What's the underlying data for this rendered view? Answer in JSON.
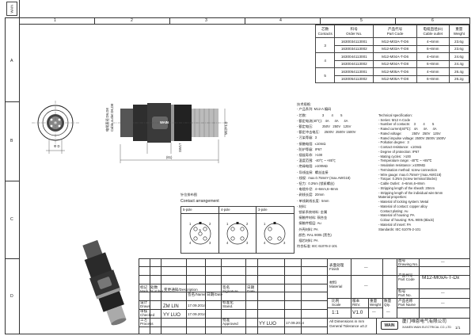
{
  "frame": {
    "col_labels": [
      "1",
      "2",
      "3",
      "4",
      "5",
      "6"
    ],
    "row_labels": [
      "A",
      "B",
      "C",
      "D"
    ],
    "corner_stamp": "WAIN"
  },
  "order_table": {
    "headers": [
      {
        "cn": "芯数",
        "en": "Contacts"
      },
      {
        "cn": "料号",
        "en": "Order No."
      },
      {
        "cn": "产品代号",
        "en": "Part Code"
      },
      {
        "cn": "电缆直径(D)",
        "en": "Cable outlet"
      },
      {
        "cn": "重量",
        "en": "Weight"
      }
    ],
    "rows": [
      {
        "contacts": "3",
        "order": "1630034113001",
        "part": "M12-M03A-T-D6",
        "cable": "4~6mm",
        "weight": "23.6g"
      },
      {
        "contacts": "",
        "order": "1630034113002",
        "part": "M12-M03A-T-D8",
        "cable": "6~8mm",
        "weight": "23.6g"
      },
      {
        "contacts": "4",
        "order": "1630044113001",
        "part": "M12-M04A-T-D6",
        "cable": "4~6mm",
        "weight": "24.6g"
      },
      {
        "contacts": "",
        "order": "1630044113002",
        "part": "M12-M04A-T-D8",
        "cable": "6~8mm",
        "weight": "24.4g"
      },
      {
        "contacts": "5",
        "order": "1630054113001",
        "part": "M12-M05A-T-D6",
        "cable": "4~6mm",
        "weight": "26.4g"
      },
      {
        "contacts": "",
        "order": "1630054113002",
        "part": "M12-M05A-T-D8",
        "cable": "6~8mm",
        "weight": "26.2g"
      }
    ]
  },
  "drawing": {
    "dim_phi": "Φ D",
    "dim_length": "(61)",
    "dim_thread": "M12×1.0",
    "dim_body": "SW17",
    "side_label_1": "电缆直径:D6,D8",
    "side_label_2": "Cable outlet:D6,D8",
    "brand": "WAIN"
  },
  "tech_cn": {
    "title": "技术规格:",
    "lines": [
      "- 产品系列: M12-A 编码",
      "- 芯数:                 3        4        5",
      "- 额定电流(40℃):   4A      4A      4A",
      "- 额定电压:          250V   250V   125V",
      "- 额定冲击电压:     2500V  2500V 1500V",
      "- 污染等级:  3",
      "- 接触电阻:  ≤10mΩ",
      "- 防护等级:  IP67",
      "- 插拔寿命:  >100",
      "- 温度范围:  -40℃ ~ +85℃",
      "- 绝缘电阻:  ≥100MΩ",
      "- 导线连接:  螺丝连接",
      "- 线规:  max.0.75mm² (max.AWG18)",
      "- 扭力:  0.2Nm (锁紧螺丝)",
      "- 电缆外径:  4~6mm,6~8mm",
      "- 剥线长度:  20mm",
      "- 单线剥线长度:  5mm",
      "- 材料:",
      "  锁紧系统材料: 金属",
      "  接触件材料: 铜合金",
      "  接触件镀层: Au",
      "  外壳材料: PA",
      "  颜色: RAL 9005 (黑色)",
      "  插芯材料: PA",
      "符合标准: IEC 61076-2-101"
    ]
  },
  "tech_en": {
    "title": "Technical specification:",
    "lines": [
      "- Series: M12 A-Code",
      "- Number of contacts:    3        4        5",
      "- Rated current(40℃):   4A      4A      4A",
      "- Rated voltage:           250V   250V   125V",
      "- Rated impulse voltage: 2500V 2500V 1500V",
      "- Pollution degree:  3",
      "- Contact resistance:  ≤10mΩ",
      "- Degree of protection: IP67",
      "- Mating cycles:  >100",
      "- Temperature range: -40℃ ~ +85℃",
      "- Insulation resistance: ≥100MΩ",
      "- Termination method: screw connection",
      "- Wire gauge: max.0.75mm² (max.AWG18)",
      "- Torque: 0.2Nm (screw terminal blocks)",
      "- Cable Outlet:  4~6mm,6~8mm",
      "- Stripping length of the sheath: 20mm",
      "- Stripping length of the individual wire:5mm",
      "Material properties:",
      "- Material of locking system: Metal",
      "- Material of contact: copper alloy",
      "  Contact plating: Au",
      "- Material of housing: PA",
      "  Colour of housing: RAL 9005 (Black)",
      "- Material of insert: PA",
      "Standards: IEC 61076-2-101"
    ]
  },
  "contact_arrangement": {
    "title_cn": "针位排布图",
    "title_en": "Contact arrangement",
    "poles": [
      {
        "label": "5-pole",
        "pins": [
          "1",
          "2",
          "3",
          "4",
          "5"
        ]
      },
      {
        "label": "4-pole",
        "pins": [
          "1",
          "2",
          "3",
          "4"
        ]
      },
      {
        "label": "3-pole",
        "pins": [
          "1",
          "3",
          "4"
        ]
      }
    ]
  },
  "title_block": {
    "rev_headers": [
      {
        "cn": "标记",
        "en": "Mark"
      },
      {
        "cn": "处数",
        "en": "Number"
      },
      {
        "cn": "变更通知/Description",
        "en": ""
      },
      {
        "cn": "签名",
        "en": "Signature"
      },
      {
        "cn": "日期",
        "en": "Date"
      }
    ],
    "drawn_label_cn": "设计",
    "drawn_label_en": "Drawn",
    "drawn_name": "ZM  LIN",
    "drawn_date": "17.09.2014",
    "checked_label_cn": "审核",
    "checked_label_en": "Checked",
    "checked_name": "YY  LUO",
    "checked_date": "17.09.2014",
    "process_label_cn": "工艺",
    "process_label_en": "Process",
    "stand_label_cn": "标准化",
    "stand_label_en": "Stand.",
    "approved_label_cn": "批准",
    "approved_label_en": "Approved",
    "approved_name": "YY  LUO",
    "approved_date": "17.09.2014",
    "sign_date_cn": "签名/Name",
    "date_cn": "日期/Date",
    "finish_cn": "表面处理",
    "finish_en": "Finish",
    "finish_val": "—",
    "material_cn": "材料",
    "material_en": "Material",
    "material_val": "—",
    "scale_cn": "比例",
    "scale_en": "Scale",
    "scale_val": "1:1",
    "rev_cn": "版本",
    "rev_en": "REV.",
    "rev_val": "V1.0",
    "weight_cn": "重量",
    "weight_en": "Weight",
    "weight_val": "—",
    "qty_cn": "数量",
    "qty_en": "Qty.",
    "qty_val": "—",
    "drawing_no_cn": "图号",
    "drawing_no_en": "Drawing No.",
    "drawing_no_val": "—",
    "part_code_cn": "产品代号",
    "part_code_en": "Part Code",
    "part_code_val": "M12-M0xA-T-Dx",
    "part_no_cn": "料号",
    "part_no_en": "Part No.",
    "part_no_val": "—",
    "part_name_cn": "产品名称",
    "part_name_en": "Part Name",
    "part_name_val": "—",
    "note_1": "All Dimensions in mm",
    "note_2": "General Tolerance ±0.2",
    "company_cn": "厦门唯恩电气有限公司",
    "company_en": "XIAMEN WAIN ELECTRICAL CO.,LTD",
    "logo": "WAIN",
    "page": "1/1"
  }
}
